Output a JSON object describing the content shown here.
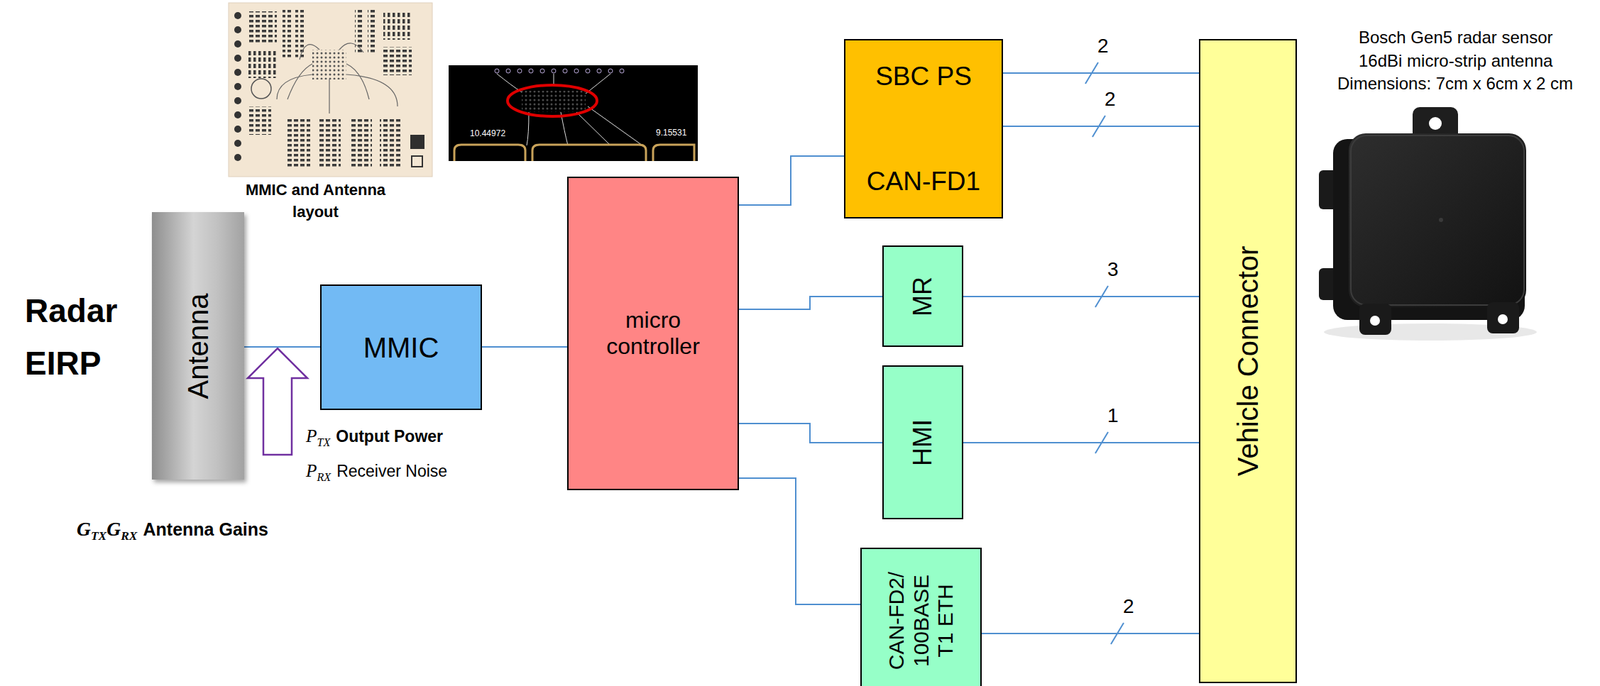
{
  "diagram": {
    "nodes": [
      {
        "text": [
          "Antenna"
        ]
      },
      {
        "text": [
          "MMIC"
        ]
      },
      {
        "text": [
          "micro controller"
        ]
      },
      {
        "text": [
          "SBC PS",
          "CAN-FD1"
        ]
      },
      {
        "text": [
          "MR"
        ]
      },
      {
        "text": [
          "HMI"
        ]
      },
      {
        "text": [
          "CAN-FD2/ 100BASE T1 ETH"
        ]
      },
      {
        "text": [
          "Vehicle Connector"
        ]
      }
    ],
    "edges": [
      {
        "from": 0,
        "to": 1,
        "arrow": "none"
      },
      {
        "from": 1,
        "to": 2,
        "arrow": "none"
      },
      {
        "from": 2,
        "to": 3,
        "arrow": "none"
      },
      {
        "from": 2,
        "to": 4,
        "arrow": "none"
      },
      {
        "from": 2,
        "to": 5,
        "arrow": "none"
      },
      {
        "from": 2,
        "to": 6,
        "arrow": "none"
      },
      {
        "from": 3,
        "to": 7,
        "label": "2",
        "arrow": "none"
      },
      {
        "from": 3,
        "to": 7,
        "label": "2",
        "arrow": "none"
      },
      {
        "from": 4,
        "to": 7,
        "label": "3",
        "arrow": "none"
      },
      {
        "from": 5,
        "to": 7,
        "label": "1",
        "arrow": "none"
      },
      {
        "from": 6,
        "to": 7,
        "label": "2",
        "arrow": "none"
      }
    ],
    "labels": [
      "MMIC and Antenna layout",
      "10.44972",
      "9.15531",
      "Radar EIRP",
      "P",
      "TX",
      "Output Power",
      "P",
      "RX",
      "Receiver Noise",
      "G",
      "TX",
      "G",
      "RX",
      "Antenna Gains",
      "Bosch Gen5 radar sensor",
      "16dBi micro-strip antenna",
      "Dimensions: 7cm x 6cm x 2 cm"
    ]
  }
}
